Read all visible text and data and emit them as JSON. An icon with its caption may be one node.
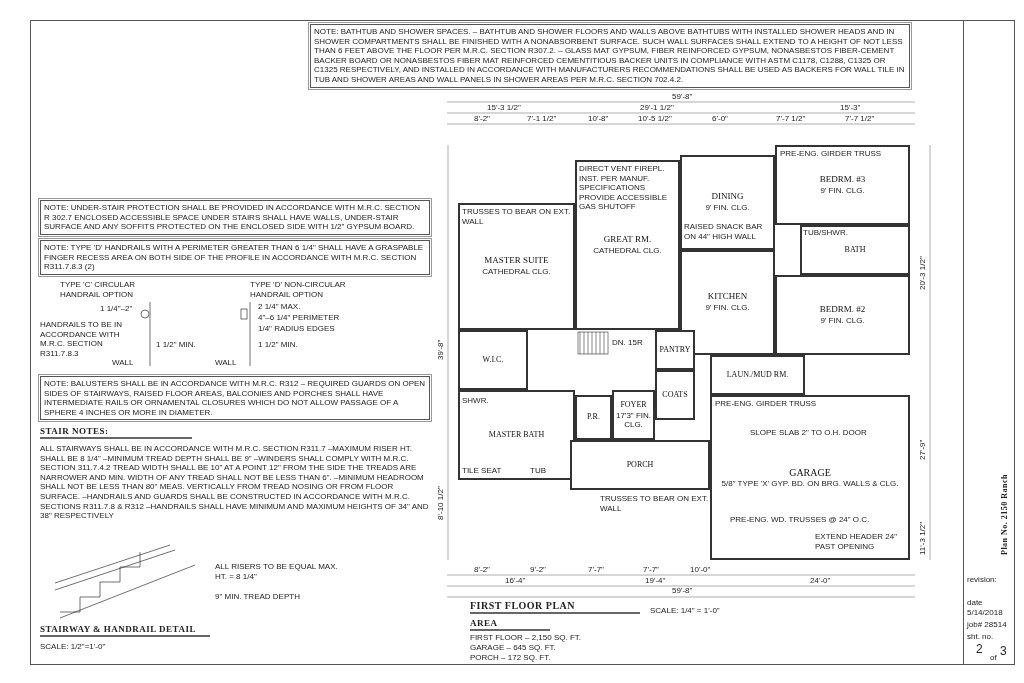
{
  "diagram": {
    "nodes": [
      {
        "text": [
          "MASTER SUITE",
          "CATHEDRAL CLG."
        ]
      },
      {
        "text": [
          "GREAT RM.",
          "CATHEDRAL CLG."
        ]
      },
      {
        "text": [
          "DINING",
          "9' FIN. CLG."
        ]
      },
      {
        "text": [
          "BEDRM. #3",
          "9' FIN. CLG."
        ]
      },
      {
        "text": [
          "BATH"
        ]
      },
      {
        "text": [
          "KITCHEN",
          "9' FIN. CLG."
        ]
      },
      {
        "text": [
          "BEDRM. #2",
          "9' FIN. CLG."
        ]
      },
      {
        "text": [
          "W.I.C."
        ]
      },
      {
        "text": [
          "PANTRY"
        ]
      },
      {
        "text": [
          "COATS"
        ]
      },
      {
        "text": [
          "LAUN./MUD RM."
        ]
      },
      {
        "text": [
          "P.R."
        ]
      },
      {
        "text": [
          "FOYER",
          "17'3\" FIN. CLG."
        ]
      },
      {
        "text": [
          "MASTER BATH"
        ]
      },
      {
        "text": [
          "PORCH"
        ]
      },
      {
        "text": [
          "GARAGE",
          "5/8\" TYPE 'X' GYP. BD. ON BRG. WALLS & CLG."
        ]
      }
    ],
    "labels": [
      "NOTE: BATHTUB AND SHOWER SPACES. – BATHTUB AND SHOWER FLOORS AND WALLS ABOVE BATHTUBS WITH INSTALLED SHOWER HEADS AND IN SHOWER COMPARTMENTS SHALL BE FINISHED WITH A NONABSORBENT SURFACE. SUCH WALL SURFACES SHALL EXTEND TO A HEIGHT OF NOT LESS THAN 6 FEET ABOVE THE FLOOR PER M.R.C. SECTION R307.2. – GLASS MAT GYPSUM, FIBER REINFORCED GYPSUM, NONASBESTOS FIBER-CEMENT BACKER BOARD OR NONASBESTOS FIBER MAT REINFORCED CEMENTITIOUS BACKER UNITS IN COMPLIANCE WITH ASTM C1178, C1288, C1325 OR C1325 RESPECTIVELY, AND INSTALLED IN ACCORDANCE WITH MANUFACTURERS RECOMMENDATIONS SHALL BE USED AS BACKERS FOR WALL TILE IN TUB AND SHOWER AREAS AND WALL PANELS IN SHOWER AREAS PER M.R.C. SECTION 702.4.2.",
      "NOTE: UNDER-STAIR PROTECTION SHALL BE PROVIDED IN ACCORDANCE WITH M.R.C. SECTION R 302.7 ENCLOSED ACCESSIBLE SPACE UNDER STAIRS SHALL HAVE WALLS, UNDER-STAIR SURFACE AND ANY SOFFITS PROTECTED ON THE ENCLOSED SIDE WITH 1/2\" GYPSUM BOARD.",
      "NOTE: TYPE 'D' HANDRAILS WITH A PERIMETER GREATER THAN 6 1/4\" SHALL HAVE A GRASPABLE FINGER RECESS AREA ON BOTH SIDE OF THE PROFILE IN ACCORDANCE WITH M.R.C. SECTION R311.7.8.3 (2)",
      "TYPE 'C' CIRCULAR HANDRAIL OPTION",
      "TYPE 'D' NON-CIRCULAR HANDRAIL OPTION",
      "1 1/4\"–2\"",
      "HANDRAILS TO BE IN ACCORDANCE WITH M.R.C. SECTION R311.7.8.3",
      "2 1/4\" MAX.",
      "4\"–6 1/4\" PERIMETER",
      "1/4\" RADIUS EDGES",
      "1 1/2\" MIN.",
      "1 1/2\" MIN.",
      "WALL",
      "WALL",
      "NOTE: BALUSTERS SHALL BE IN ACCORDANCE WITH M.R.C. R312 – REQUIRED GUARDS ON OPEN SIDES OF STAIRWAYS, RAISED FLOOR AREAS, BALCONIES AND PORCHES SHALL HAVE INTERMEDIATE RAILS OR ORNAMENTAL CLOSURES WHICH DO NOT ALLOW PASSAGE OF A SPHERE 4 INCHES OR MORE IN DIAMETER.",
      "STAIR NOTES:",
      "ALL STAIRWAYS SHALL BE IN ACCORDANCE WITH M.R.C. SECTION R311.7 –MAXIMUM RISER HT. SHALL BE 8 1/4\" –MINIMUM TREAD DEPTH SHALL BE 9\" –WINDERS SHALL COMPLY WITH M.R.C. SECTION 311.7.4.2 TREAD WIDTH SHALL BE 10\" AT A POINT 12\" FROM THE SIDE THE TREADS ARE NARROWER AND MIN. WIDTH OF ANY TREAD SHALL NOT BE LESS THAN 6\". –MINIMUM HEADROOM SHALL NOT BE LESS THAN 80\" MEAS. VERTICALLY FROM TREAD NOSING OR FROM FLOOR SURFACE. –HANDRAILS AND GUARDS SHALL BE CONSTRUCTED IN ACCORDANCE WITH M.R.C. SECTIONS R311.7.8 & R312 –HANDRAILS SHALL HAVE MINIMUM AND MAXIMUM HEIGHTS OF 34\" AND 38\" RESPECTIVELY",
      "ALL RISERS TO BE EQUAL MAX. HT. = 8 1/4\"",
      "9\" MIN. TREAD DEPTH",
      "STAIRWAY & HANDRAIL DETAIL",
      "SCALE: 1/2\"=1'-0\"",
      "FIRST FLOOR PLAN",
      "SCALE: 1/4\" = 1'-0\"",
      "AREA",
      "FIRST FLOOR – 2,150 SQ. FT.",
      "GARAGE – 645 SQ. FT.",
      "PORCH – 172 SQ. FT.",
      "59'-8\"",
      "15'-3 1/2\"",
      "29'-1 1/2\"",
      "15'-3\"",
      "8'-2\"",
      "7'-1 1/2\"",
      "10'-8\"",
      "10'-5 1/2\"",
      "6'-0\"",
      "7'-7 1/2\"",
      "7'-7 1/2\"",
      "8'-2\"",
      "9'-2\"",
      "7'-7\"",
      "7'-7\"",
      "10'-0\"",
      "16'-4\"",
      "19'-4\"",
      "24'-0\"",
      "59'-8\"",
      "39'-8\"",
      "8'-10 1/2\"",
      "20'-3 1/2\"",
      "27'-9\"",
      "11'-3 1/2\"",
      "TRUSSES TO BEAR ON EXT. WALL",
      "DIRECT VENT FIREPL. INST. PER MANUF. SPECIFICATIONS PROVIDE ACCESSIBLE GAS SHUTOFF",
      "DN. 15R",
      "RAISED SNACK BAR ON 44\" HIGH WALL",
      "PRE-ENG. GIRDER TRUSS",
      "PRE-ENG. GIRDER TRUSS",
      "SLOPE SLAB 2\" TO O.H. DOOR",
      "PRE-ENG. WD. TRUSSES @ 24\" O.C.",
      "EXTEND HEADER 24\" PAST OPENING",
      "TUB/SHWR.",
      "SHWR.",
      "TILE SEAT",
      "TUB",
      "TRUSSES TO BEAR ON EXT. WALL",
      "Plan No. 2150 Ranch",
      "revision:",
      "date",
      "5/14/2018",
      "job# 28514",
      "sht. no.",
      "2",
      "of",
      "3"
    ]
  }
}
